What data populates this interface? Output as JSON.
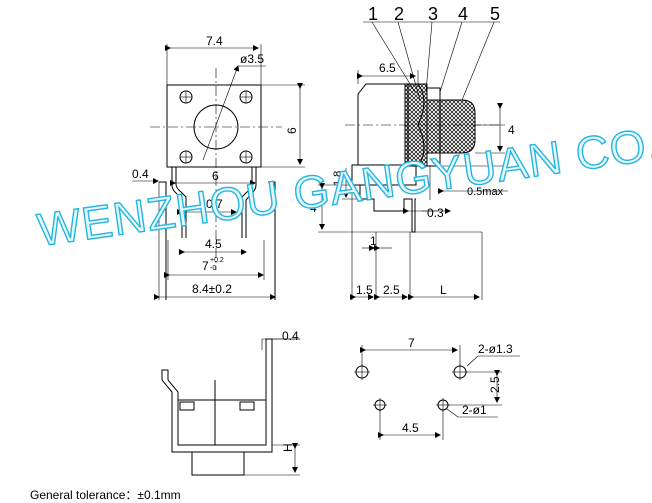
{
  "watermark": "WENZHOU GANGYUAN CO.,LTD",
  "part_numbers": [
    "1",
    "2",
    "3",
    "4",
    "5"
  ],
  "top_view": {
    "width": "7.4",
    "hole_dia": "ø3.5",
    "height": "6",
    "pin_thickness": "0.4",
    "pin_span": "6",
    "pin_offset": "0.7",
    "pin_pitch": "4.5",
    "tol_plus": "+0.2",
    "tol_minus": "-0",
    "overall_base": "7",
    "overall": "8.4±0.2"
  },
  "side_view": {
    "body_length": "6.5",
    "actuator_dia": "4",
    "actuator_travel": "0.5max",
    "body_height": "4",
    "pin_width": "1.8",
    "pin_thickness": "0.3",
    "pin_length": "1",
    "pin_pos_1": "1.5",
    "pin_pos_2": "2.5",
    "pin_length_var": "L"
  },
  "front_view": {
    "thickness": "0.4",
    "height": "H"
  },
  "pcb_layout": {
    "x_pitch": "7",
    "large_hole": "2-ø1.3",
    "y_pitch": "2.5",
    "small_hole": "2-ø1",
    "small_pitch": "4.5"
  },
  "note": "General tolerance：±0.1mm"
}
